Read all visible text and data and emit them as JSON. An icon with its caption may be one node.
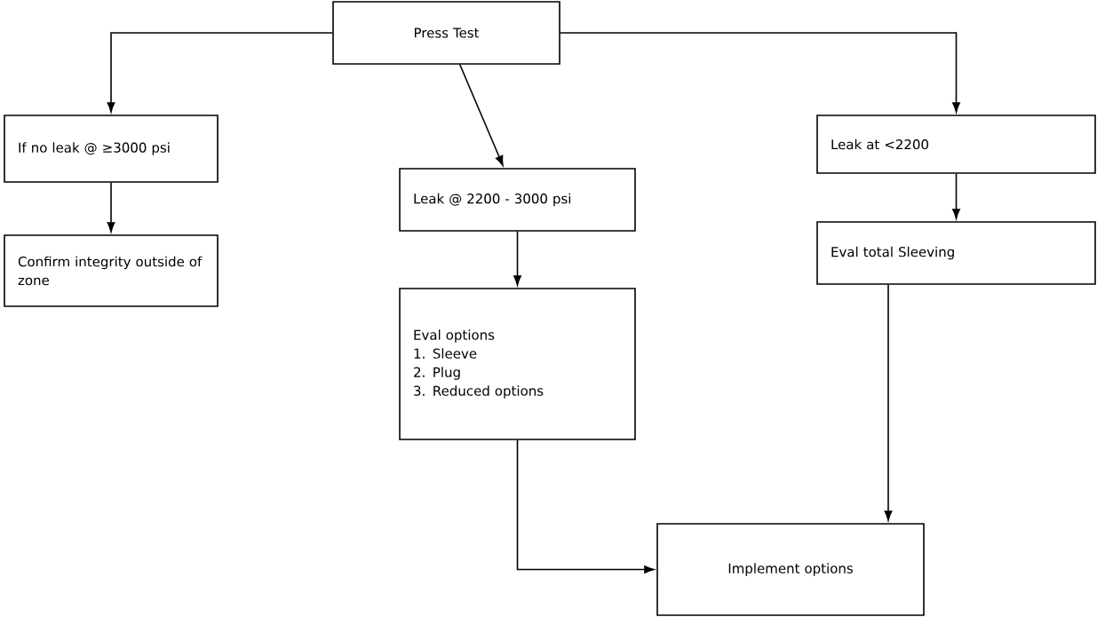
{
  "diagram": {
    "nodes": [
      {
        "text": [
          "Press Test"
        ]
      },
      {
        "text": [
          "If no leak @ ≥3000 psi"
        ]
      },
      {
        "text": [
          "Confirm integrity outside of zone"
        ]
      },
      {
        "text": [
          "Leak @ 2200 - 3000 psi"
        ]
      },
      {
        "text": [
          "Eval options",
          "1. Sleeve",
          "2. Plug",
          "3. Reduced options"
        ]
      },
      {
        "text": [
          "Leak at <2200"
        ]
      },
      {
        "text": [
          "Eval total Sleeving"
        ]
      },
      {
        "text": [
          "Implement options"
        ]
      }
    ],
    "edges": [
      {
        "from": 0,
        "to": 1,
        "arrow": "to"
      },
      {
        "from": 0,
        "to": 3,
        "arrow": "to"
      },
      {
        "from": 0,
        "to": 5,
        "arrow": "to"
      },
      {
        "from": 1,
        "to": 2,
        "arrow": "to"
      },
      {
        "from": 3,
        "to": 4,
        "arrow": "to"
      },
      {
        "from": 5,
        "to": 6,
        "arrow": "to"
      },
      {
        "from": 4,
        "to": 7,
        "arrow": "to"
      },
      {
        "from": 6,
        "to": 7,
        "arrow": "to"
      }
    ]
  }
}
